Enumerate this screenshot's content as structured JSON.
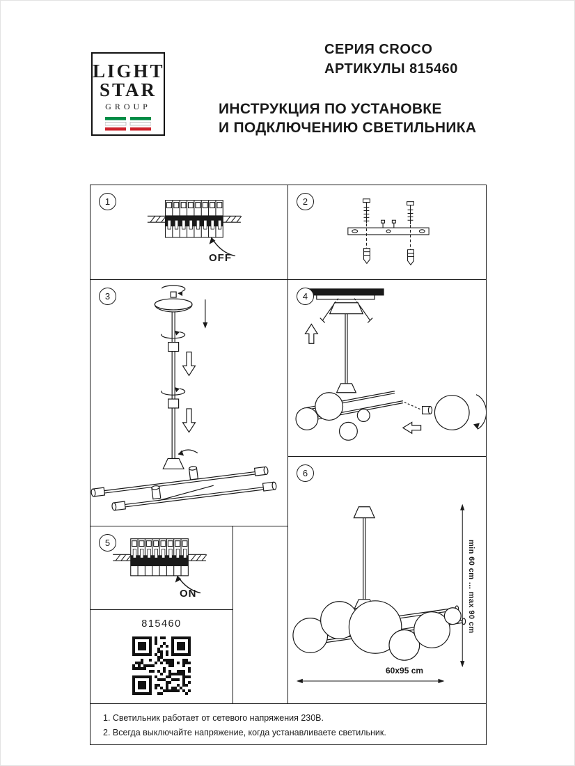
{
  "header": {
    "logo": {
      "word1": "LIGHT",
      "word2": "STAR",
      "word3": "GROUP"
    },
    "series": "СЕРИЯ CROCO",
    "articles": "АРТИКУЛЫ 815460",
    "title1": "ИНСТРУКЦИЯ ПО УСТАНОВКЕ",
    "title2": "И ПОДКЛЮЧЕНИЮ СВЕТИЛЬНИКА"
  },
  "steps": {
    "s1": {
      "number": "1",
      "label": "OFF"
    },
    "s2": {
      "number": "2"
    },
    "s3": {
      "number": "3"
    },
    "s4": {
      "number": "4"
    },
    "s5": {
      "number": "5",
      "label": "ON"
    },
    "s6": {
      "number": "6",
      "dim_height": "min 60 cm ... max 90 cm",
      "dim_width": "60x95 cm"
    }
  },
  "qr": {
    "article": "815460"
  },
  "footer": {
    "note1": "1. Светильник работает от сетевого напряжения 230В.",
    "note2": "2. Всегда выключайте напряжение, когда устанавливаете светильник."
  },
  "colors": {
    "ink": "#1a1a1a",
    "flag_green": "#008c45",
    "flag_red": "#cd212a",
    "flag_white": "#ffffff"
  }
}
